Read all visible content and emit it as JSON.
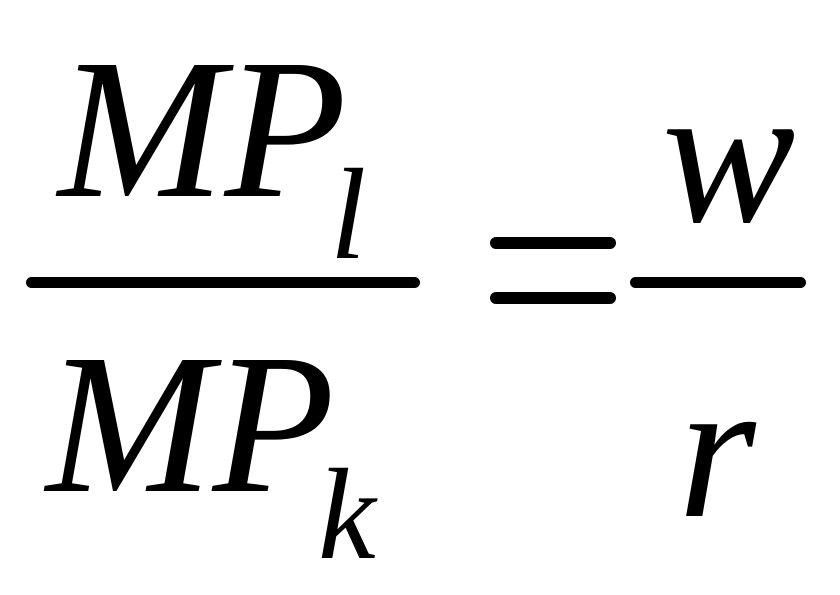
{
  "equation": {
    "left": {
      "numerator": {
        "base": "MP",
        "subscript": "l"
      },
      "denominator": {
        "base": "MP",
        "subscript": "k"
      }
    },
    "relation": "=",
    "right": {
      "numerator": "w",
      "denominator": "r"
    }
  }
}
